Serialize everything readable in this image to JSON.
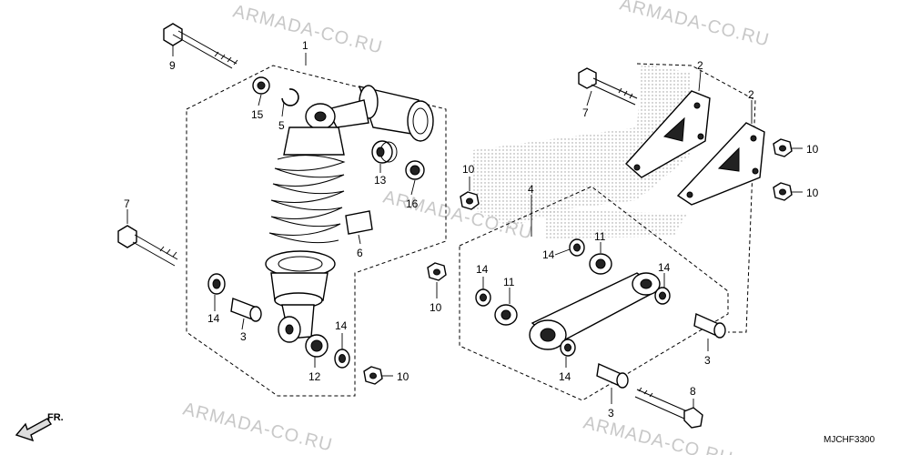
{
  "watermark": "ARMADA-CO.RU",
  "diagram_code": "MJCHF3300",
  "front_marker": "FR.",
  "callouts": {
    "c1": "1",
    "c2a": "2",
    "c2b": "2",
    "c3a": "3",
    "c3b": "3",
    "c3c": "3",
    "c4": "4",
    "c5": "5",
    "c6": "6",
    "c7a": "7",
    "c7b": "7",
    "c8": "8",
    "c9": "9",
    "c10a": "10",
    "c10b": "10",
    "c10c": "10",
    "c10d": "10",
    "c10e": "10",
    "c11a": "11",
    "c11b": "11",
    "c12": "12",
    "c13": "13",
    "c14a": "14",
    "c14b": "14",
    "c14c": "14",
    "c14d": "14",
    "c14e": "14",
    "c15": "15",
    "c16": "16"
  }
}
